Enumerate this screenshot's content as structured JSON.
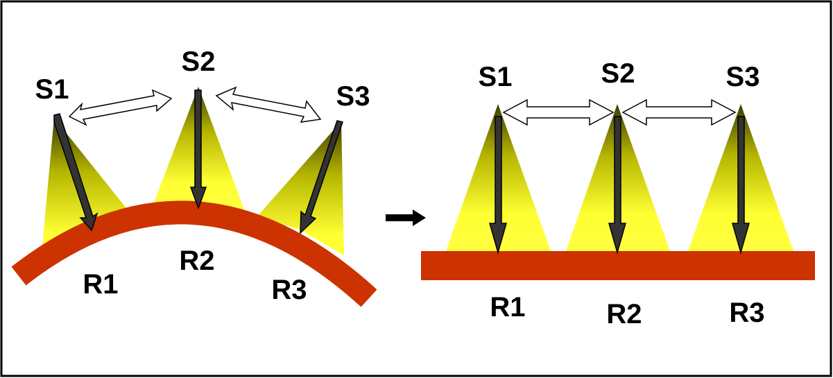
{
  "colors": {
    "beam_top": "#3a3a00",
    "beam_mid": "#c8c800",
    "beam_bottom": "#ffff33",
    "surface": "#cc3300",
    "arrow": "#333333",
    "frame": "#000000"
  },
  "left_panel": {
    "sources": [
      "S1",
      "S2",
      "S3"
    ],
    "receivers": [
      "R1",
      "R2",
      "R3"
    ]
  },
  "right_panel": {
    "sources": [
      "S1",
      "S2",
      "S3"
    ],
    "receivers": [
      "R1",
      "R2",
      "R3"
    ]
  },
  "transition_icon": "right-arrow-icon"
}
